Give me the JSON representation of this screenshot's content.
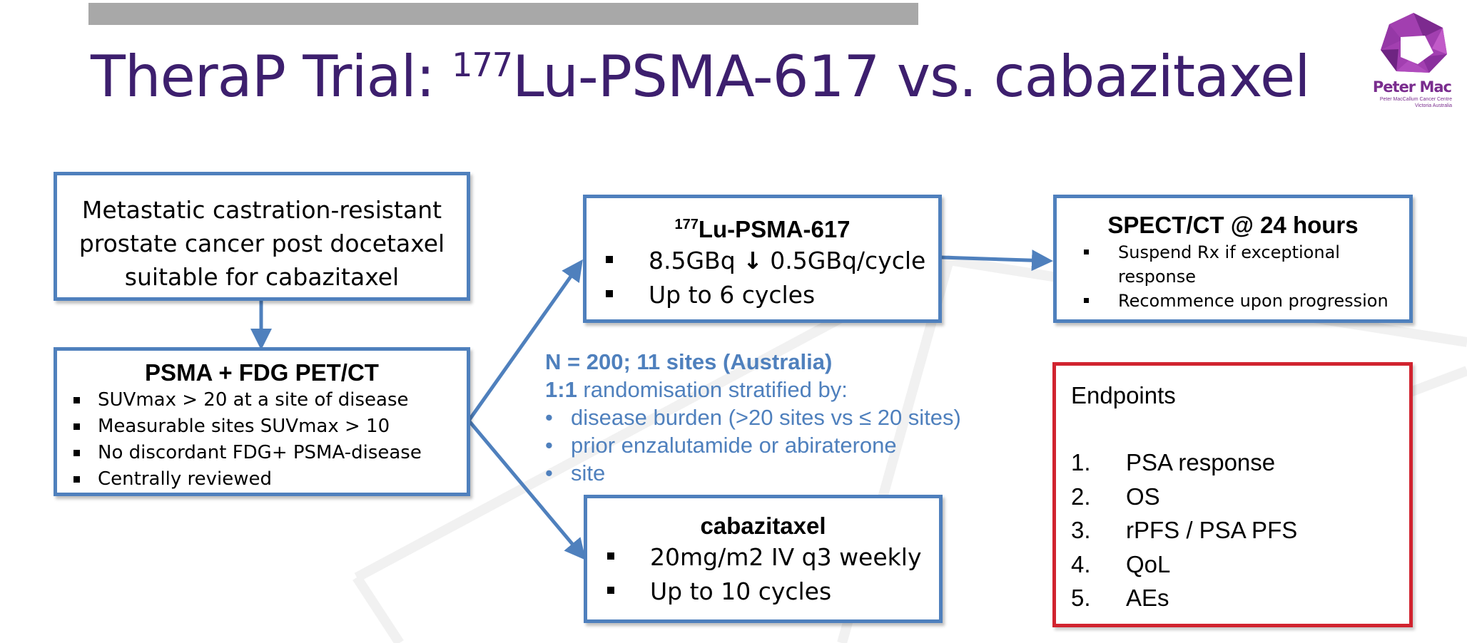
{
  "title": {
    "prefix": "TheraP Trial: ",
    "sup": "177",
    "rest": "Lu-PSMA-617 vs. cabazitaxel"
  },
  "logo": {
    "name": "Peter Mac",
    "sub1": "Peter MacCallum Cancer Centre",
    "sub2": "Victoria Australia"
  },
  "population": {
    "lines": [
      "Metastatic castration-resistant",
      "prostate cancer post docetaxel",
      "suitable for cabazitaxel"
    ]
  },
  "screening": {
    "title": "PSMA + FDG PET/CT",
    "items": [
      "SUVmax > 20 at a site of disease",
      "Measurable sites SUVmax > 10",
      "No discordant FDG+ PSMA-disease",
      "Centrally reviewed"
    ]
  },
  "lu_arm": {
    "sup": "177",
    "title": "Lu-PSMA-617",
    "item1_a": "8.5GBq ",
    "item1_arrow": "↓",
    "item1_b": " 0.5GBq/cycle",
    "item2": "Up to 6 cycles"
  },
  "caba_arm": {
    "title": "cabazitaxel",
    "items": [
      "20mg/m2 IV q3 weekly",
      "Up to 10 cycles"
    ]
  },
  "spect": {
    "title": "SPECT/CT @ 24 hours",
    "items": [
      "Suspend Rx if exceptional",
      "response",
      "Recommence upon progression"
    ]
  },
  "info": {
    "line1": "N = 200; 11 sites (Australia)",
    "ratio": "1:1",
    "line2_rest": " randomisation stratified by:",
    "bullet": "•",
    "bullets": [
      "disease burden (>20 sites vs ≤ 20 sites)",
      "prior enzalutamide or abiraterone",
      "site"
    ]
  },
  "endpoints": {
    "title": "Endpoints",
    "items": [
      {
        "n": "1.",
        "t": "PSA response"
      },
      {
        "n": "2.",
        "t": "OS"
      },
      {
        "n": "3.",
        "t": "rPFS / PSA PFS"
      },
      {
        "n": "4.",
        "t": "QoL"
      },
      {
        "n": "5.",
        "t": "AEs"
      }
    ]
  },
  "colors": {
    "title": "#3d1f6e",
    "box_border": "#4f80bd",
    "endpoints_border": "#d1232f",
    "info_text": "#4f80bd",
    "logo": "#7a2d8e"
  }
}
